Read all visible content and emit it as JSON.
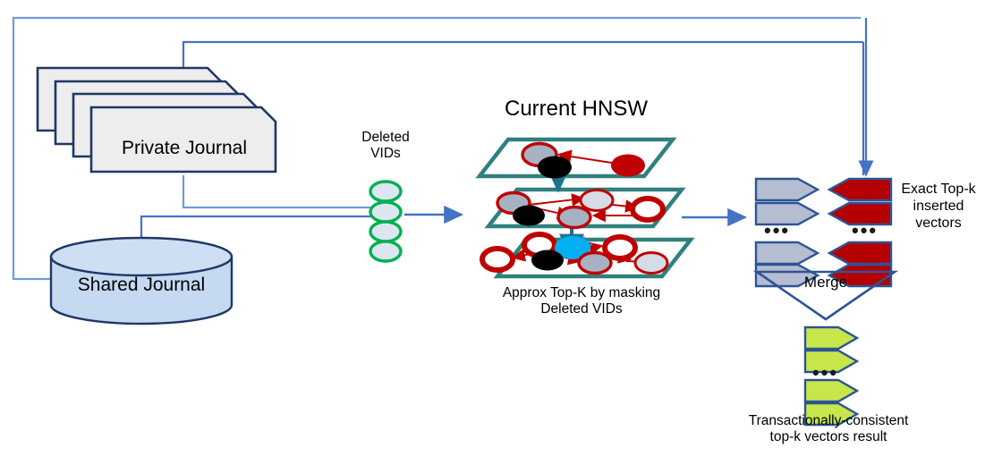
{
  "diagram": {
    "title": "Current HNSW",
    "labels": {
      "private_journal": "Private Journal",
      "shared_journal": "Shared Journal",
      "deleted_vids": "Deleted\nVIDs",
      "hnsw_title": "Current HNSW",
      "approx_caption": "Approx Top-K by masking\nDeleted VIDs",
      "exact_caption": "Exact Top-k\ninserted\nvectors",
      "merge": "Merge",
      "result_caption": "Transactionally-consistent\ntop-k vectors result",
      "ellipsis": "•••"
    },
    "colors": {
      "connector_blue": "#4472c4",
      "box_outline": "#1f3864",
      "box_fill": "#ededed",
      "cylinder_fill": "#c5d9f1",
      "cylinder_outline": "#1f3864",
      "vid_green": "#00b050",
      "vid_fill": "#dce6f1",
      "layer_teal": "#30807f",
      "node_red": "#c00000",
      "node_gray": "#a6b1c2",
      "node_lightgray": "#d6dce5",
      "node_black": "#000000",
      "node_cyan": "#00b0f0",
      "chevron_gray": "#b4bed0",
      "chevron_red": "#b40000",
      "chevron_green": "#c6e64b",
      "chevron_outline": "#2e5496"
    },
    "nodes": {
      "layer_top": [
        {
          "kind": "gray-red-outline"
        },
        {
          "kind": "black"
        },
        {
          "kind": "solid-red"
        }
      ],
      "layer_mid": [
        {
          "kind": "gray-red-outline"
        },
        {
          "kind": "black"
        },
        {
          "kind": "gray-red-outline"
        },
        {
          "kind": "lightgray-red-outline"
        },
        {
          "kind": "red-ring"
        }
      ],
      "layer_bottom": [
        {
          "kind": "red-ring"
        },
        {
          "kind": "red-ring"
        },
        {
          "kind": "cyan"
        },
        {
          "kind": "black"
        },
        {
          "kind": "red-ring"
        },
        {
          "kind": "gray-red-outline"
        },
        {
          "kind": "lightgray-red-outline"
        }
      ]
    },
    "chevrons": {
      "approx_column": {
        "count": 4,
        "color": "#b4bed0",
        "direction": "right"
      },
      "exact_column": {
        "count": 4,
        "color": "#b40000",
        "direction": "left"
      },
      "result_column": {
        "count": 4,
        "color": "#c6e64b",
        "direction": "right"
      }
    }
  }
}
